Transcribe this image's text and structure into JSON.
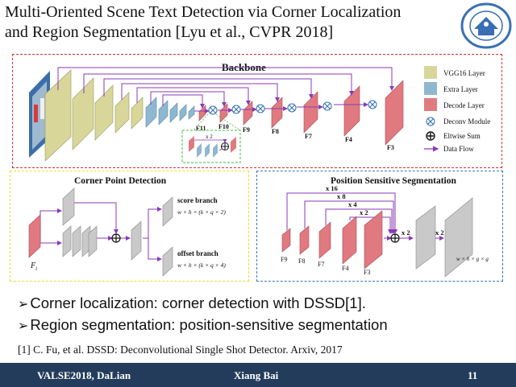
{
  "slide": {
    "title_line1": "Multi-Oriented Scene Text Detection via Corner Localization",
    "title_line2": "and Region Segmentation [Lyu et al., CVPR 2018]"
  },
  "backbone": {
    "title": "Backbone",
    "labels": [
      "F11",
      "F10",
      "F9",
      "F8",
      "F7",
      "F4",
      "F3"
    ],
    "times2": "x 2",
    "legend": {
      "vgg": "VGG16 Layer",
      "extra": "Extra Layer",
      "decode": "Decode Layer",
      "deconv": "Deconv Module",
      "eltwise": "Eltwise Sum",
      "flow": "Data Flow"
    }
  },
  "corner": {
    "title": "Corner Point Detection",
    "fi": "F",
    "fi_sub": "i",
    "score_branch": "score branch",
    "score_formula": "w × h × (k × q × 2)",
    "offset_branch": "offset branch",
    "offset_formula": "w × h × (k × q × 4)"
  },
  "pss": {
    "title": "Position Sensitive Segmentation",
    "scales": [
      "x 16",
      "x 8",
      "x 4",
      "x 2"
    ],
    "features": [
      "F9",
      "F8",
      "F7",
      "F4",
      "F3"
    ],
    "times2_a": "x 2",
    "times2_b": "x 2",
    "output_formula": "w × h × g × g"
  },
  "bullets": [
    "Corner localization: corner detection with DSSD[1].",
    "Region segmentation: position-sensitive segmentation"
  ],
  "reference": "[1] C. Fu, et al. DSSD: Deconvolutional Single Shot Detector.  Arxiv, 2017",
  "footer": {
    "left": "VALSE2018, DaLian",
    "center": "Xiang Bai",
    "page": "11"
  },
  "colors": {
    "vgg": "#d9d69a",
    "extra": "#8fb8d0",
    "decode": "#e07a80",
    "flow": "#8a3ab8",
    "footer_bg": "#243c5c"
  }
}
